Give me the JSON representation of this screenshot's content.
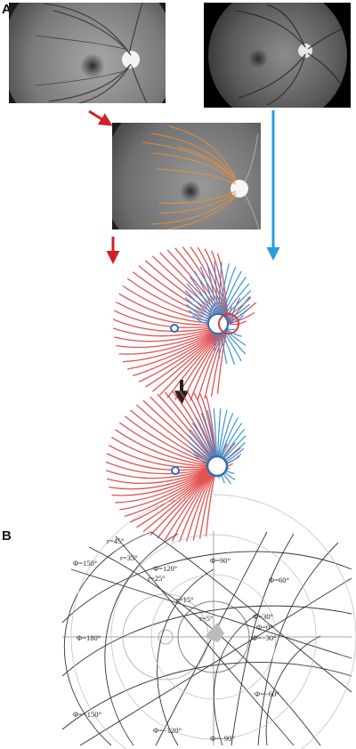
{
  "panels": {
    "a_label": "A",
    "b_label": "B"
  },
  "figure_a": {
    "images": [
      {
        "name": "fundus-image-left",
        "kind": "red-free fundus photograph"
      },
      {
        "name": "fundus-image-right",
        "kind": "fundus photograph"
      },
      {
        "name": "fundus-overlay",
        "kind": "fundus with traced nerve fiber trajectories"
      }
    ],
    "arrow_colors": {
      "left_path": "#d0202a",
      "right_path": "#2a9be0",
      "merge": "#222222"
    },
    "trace_colors": {
      "left_traces": "#e24848",
      "right_traces": "#2f8fd8",
      "overlay_orange": "#e8923a"
    }
  },
  "polar_grid": {
    "phi_labels": [
      "Φ=90°",
      "Φ=60°",
      "Φ=120°",
      "Φ=150°",
      "Φ=30°",
      "Φ=0°",
      "Φ=180°",
      "Φ=−30°",
      "Φ=−60°",
      "Φ=−150°",
      "Φ=−120°",
      "Φ=−90°"
    ],
    "r_labels": [
      "r=45°",
      "r=35°",
      "r=25°",
      "r=15°",
      "r=5°"
    ]
  }
}
